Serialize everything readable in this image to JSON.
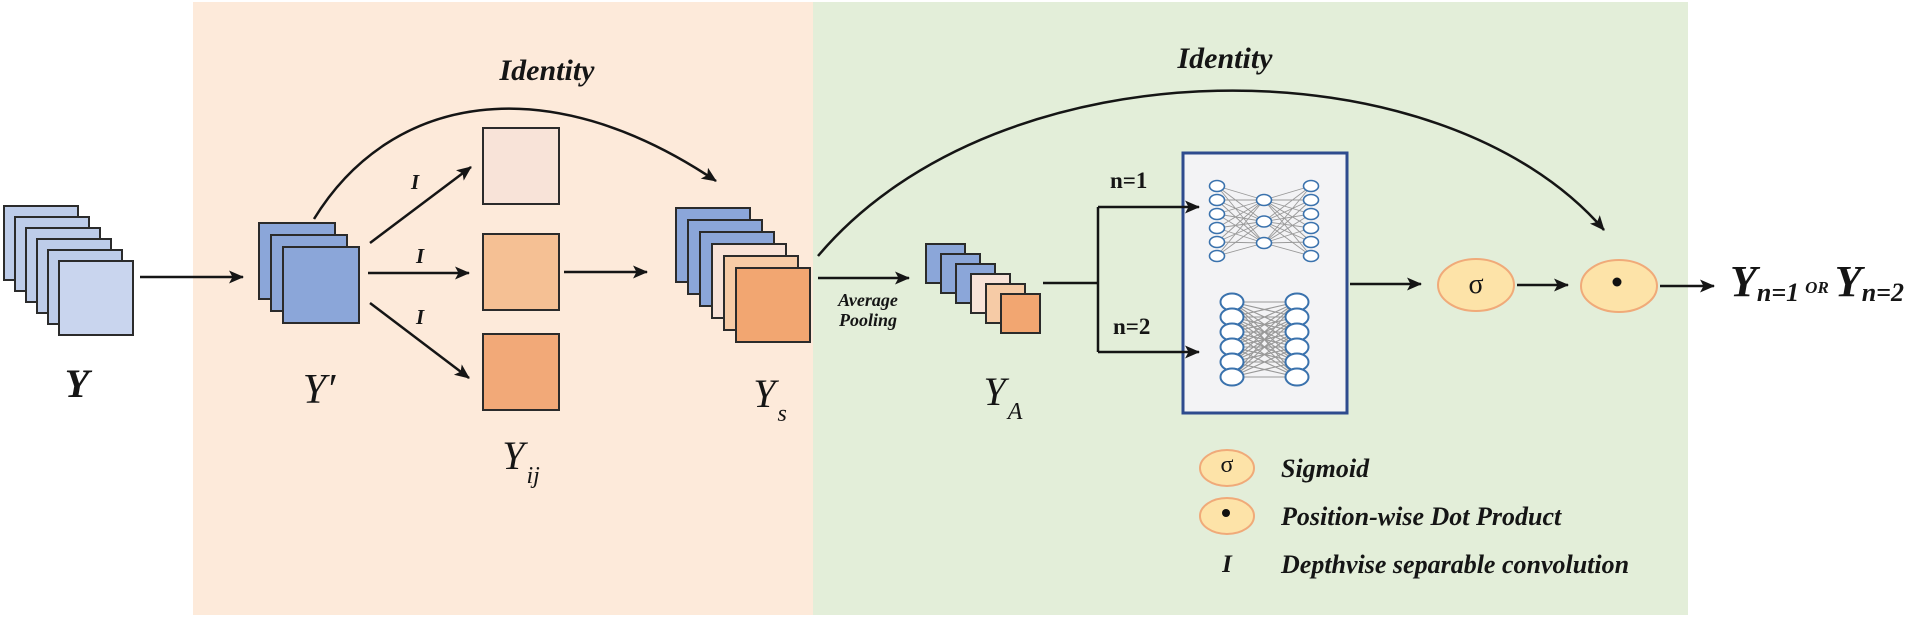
{
  "labels": {
    "y_input": "Y",
    "y_prime": "Y′",
    "identity_left": "Identity",
    "identity_right": "Identity",
    "i1": "I",
    "i2": "I",
    "i3": "I",
    "y_ij": {
      "base": "Y",
      "sub": "ij"
    },
    "y_s": {
      "base": "Y",
      "sub": "s"
    },
    "y_a": {
      "base": "Y",
      "sub": "A"
    },
    "avg_pool_line1": "Average",
    "avg_pool_line2": "Pooling",
    "n1": "n=1",
    "n2": "n=2",
    "sigma": "σ",
    "output": {
      "y1": "Y",
      "sub1": "n=1",
      "or": "OR",
      "y2": "Y",
      "sub2": "n=2"
    }
  },
  "legend": [
    {
      "symbol": "σ",
      "label": "Sigmoid"
    },
    {
      "symbol": "dot-icon",
      "label": "Position-wise Dot Product"
    },
    {
      "symbol": "I",
      "label": "Depthvise separable convolution"
    }
  ],
  "colors": {
    "region_left": "#fdeada",
    "region_right": "#e3eed9",
    "arrow": "#151515",
    "node_stroke": "#3a72ad",
    "edge_gray": "#999999",
    "box_border": "#2e4b8e",
    "box_fill": "#f3f3f5",
    "ellipse_fill": "#fde3a8",
    "ellipse_stroke": "#f0aa79"
  },
  "stacks": {
    "y_input": [
      "#bdcce9",
      "#bdcce9",
      "#bdcce9",
      "#bdcce9",
      "#bdcce9",
      "#c9d5ee"
    ],
    "y_prime": [
      "#8ba6d9",
      "#8ba6d9",
      "#8ba6d9"
    ],
    "y_s": [
      "#8ba6d9",
      "#8ba6d9",
      "#8ba6d9",
      "#f8e3d8",
      "#f6cba6",
      "#f2a671"
    ],
    "y_a": [
      "#8ba6d9",
      "#8ba6d9",
      "#8ba6d9",
      "#f8e3d8",
      "#f6cba6",
      "#f2a671"
    ],
    "y_ij": [
      "#f8e3d8",
      "#f5c094",
      "#f2a978"
    ]
  },
  "networks": {
    "n1_layers": [
      6,
      3,
      6
    ],
    "n2_layers": [
      6,
      6
    ]
  }
}
